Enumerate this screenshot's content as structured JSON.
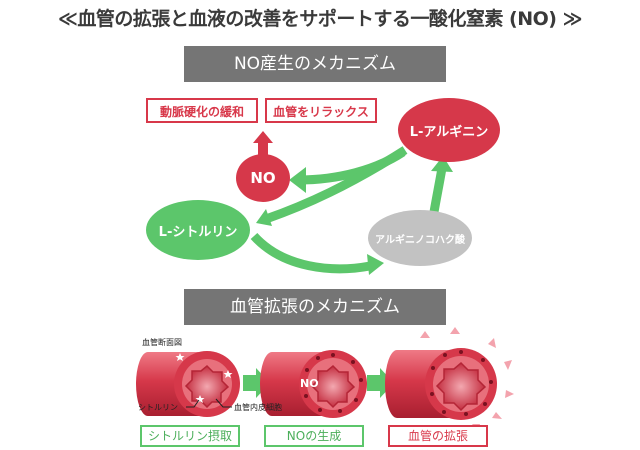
{
  "title": "≪血管の拡張と血液の改善をサポートする一酸化窒素 (NO) ≫",
  "no_mechanism": {
    "header": "NO産生のメカニズム",
    "effects": [
      "動脈硬化の緩和",
      "血管をリラックス"
    ],
    "nodes": {
      "no": "NO",
      "arginine": "L-アルギニン",
      "citrulline": "L-シトルリン",
      "argininosuccinate": "アルギニノコハク酸"
    }
  },
  "vasodilation_mechanism": {
    "header": "血管拡張のメカニズム",
    "cross_section_label": "血管断面図",
    "citrulline_callout": "シトルリン",
    "endothelium_callout": "血管内皮細胞",
    "no_mark": "NO",
    "stages": [
      "シトルリン摂取",
      "NOの生成",
      "血管の拡張"
    ]
  },
  "colors": {
    "red": "#d6384a",
    "green": "#5cc66b",
    "gray_header": "#757575",
    "light_gray_node": "#c2c2c2"
  }
}
